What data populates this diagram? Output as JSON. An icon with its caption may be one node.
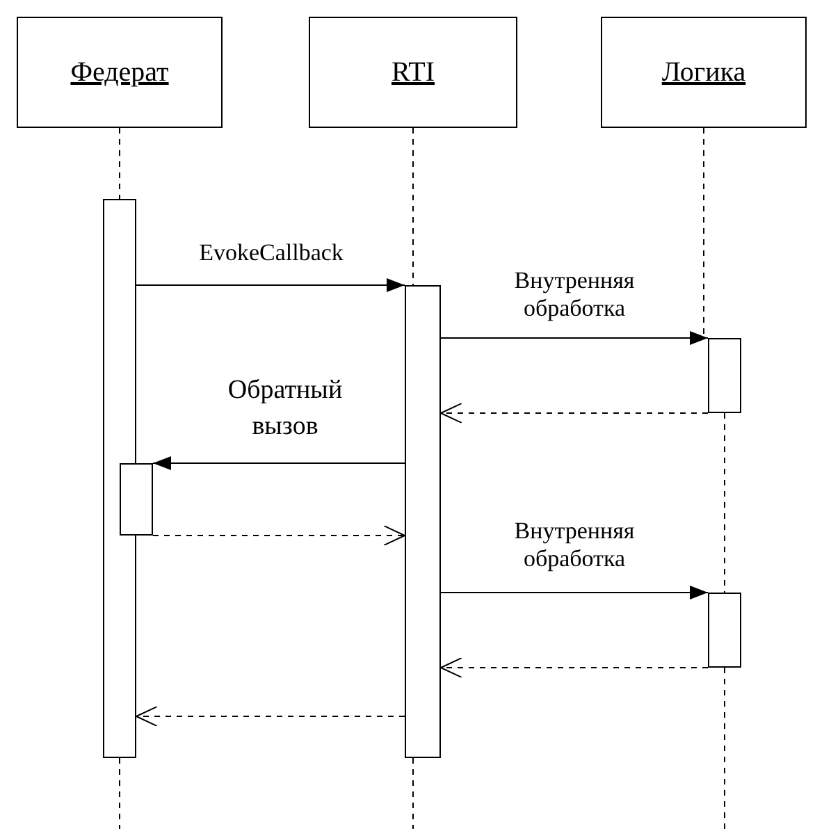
{
  "diagram": {
    "nodes": [
      {
        "text": [
          "Федерат"
        ]
      },
      {
        "text": [
          "RTI"
        ]
      },
      {
        "text": [
          "Логика"
        ]
      },
      {
        "text": [],
        "shape": "bar"
      },
      {
        "text": [],
        "shape": "bar"
      },
      {
        "text": [],
        "shape": "bar"
      },
      {
        "text": [],
        "shape": "bar"
      },
      {
        "text": [],
        "shape": "bar"
      }
    ],
    "edges": [
      {
        "from": 0,
        "to": 3,
        "arrow": "none",
        "style": "dashed"
      },
      {
        "from": 1,
        "to": 4,
        "arrow": "none",
        "style": "dashed"
      },
      {
        "from": 2,
        "to": 5,
        "arrow": "none",
        "style": "dashed"
      },
      {
        "from": 5,
        "to": 7,
        "arrow": "none",
        "style": "dashed"
      },
      {
        "from": 3,
        "to": 4,
        "arrow": "to",
        "label": "EvokeCallback"
      },
      {
        "from": 4,
        "to": 5,
        "arrow": "to",
        "label": "Внутренняя обработка"
      },
      {
        "from": 5,
        "to": 4,
        "arrow": "to",
        "style": "dashed"
      },
      {
        "from": 4,
        "to": 6,
        "arrow": "to",
        "label": "Обратный вызов"
      },
      {
        "from": 6,
        "to": 4,
        "arrow": "to",
        "style": "dashed"
      },
      {
        "from": 4,
        "to": 7,
        "arrow": "to",
        "label": "Внутренняя обработка"
      },
      {
        "from": 7,
        "to": 4,
        "arrow": "to",
        "style": "dashed"
      },
      {
        "from": 4,
        "to": 3,
        "arrow": "to",
        "style": "dashed"
      }
    ]
  }
}
